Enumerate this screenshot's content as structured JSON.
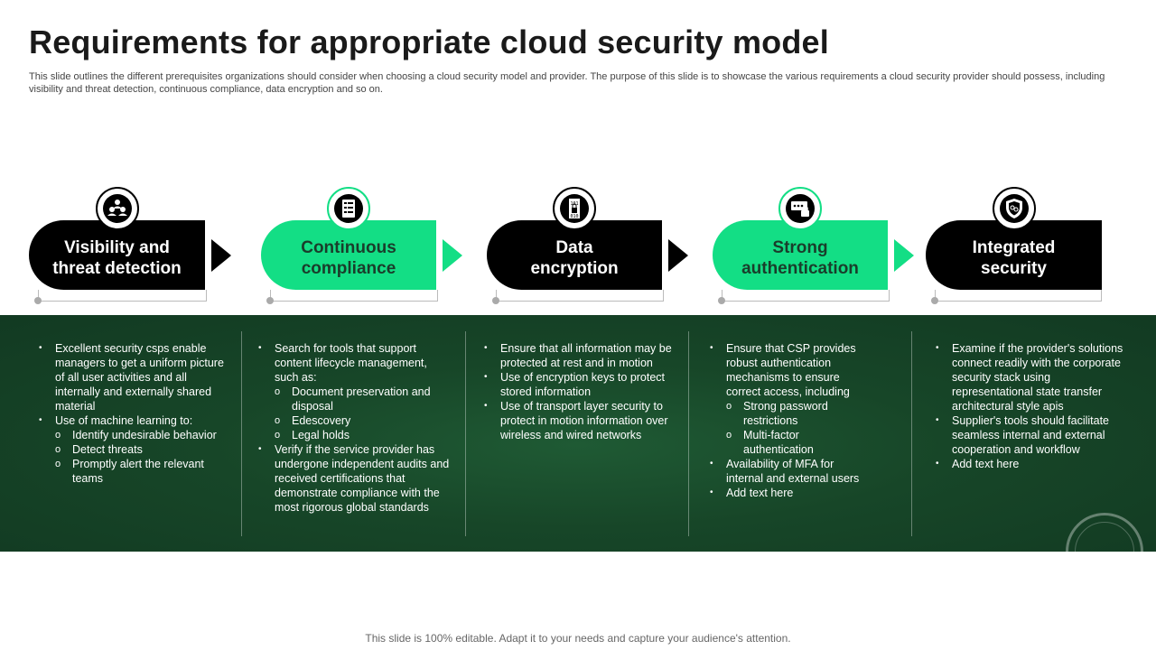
{
  "slide": {
    "title": "Requirements for appropriate cloud security model",
    "subtitle": "This slide outlines the different prerequisites organizations should consider when choosing a cloud security model and provider. The purpose of this slide is to showcase the various requirements a cloud security provider should possess, including visibility and threat detection, continuous compliance, data encryption and so on.",
    "footer": "This slide is 100% editable. Adapt it to your needs and capture your audience's attention."
  },
  "colors": {
    "accent": "#13de85",
    "dark": "#000000",
    "panel": "#174628"
  },
  "steps": [
    {
      "label_line1": "Visibility and",
      "label_line2": "threat detection",
      "icon": "team-icon",
      "bullets": [
        "Excellent security csps enable managers to get a uniform picture of all user activities and all internally and externally shared material",
        "Use of machine learning to:"
      ],
      "sub_bullets": [
        "Identify undesirable behavior",
        "Detect threats",
        "Promptly alert the relevant teams"
      ]
    },
    {
      "label_line1": "Continuous",
      "label_line2": "compliance",
      "icon": "checklist-icon",
      "bullets": [
        "Search for tools that support content lifecycle management, such as:",
        "Verify if the service provider has undergone independent audits and received certifications that demonstrate compliance with the most rigorous global standards"
      ],
      "sub_bullets": [
        "Document preservation and disposal",
        "Edescovery",
        "Legal holds"
      ]
    },
    {
      "label_line1": "Data",
      "label_line2": "encryption",
      "icon": "binary-lock-icon",
      "bullets": [
        "Ensure that all information may be protected at rest and in motion",
        "Use of encryption keys to protect stored information",
        "Use of transport layer security to protect in motion information over wireless and wired networks"
      ]
    },
    {
      "label_line1": "Strong",
      "label_line2": "authentication",
      "icon": "password-lock-icon",
      "bullets": [
        "Ensure that CSP provides robust authentication mechanisms to ensure correct access, including",
        "Availability of MFA for internal and external users",
        "Add text here"
      ],
      "sub_bullets": [
        "Strong password restrictions",
        "Multi-factor authentication"
      ]
    },
    {
      "label_line1": "Integrated",
      "label_line2": "security",
      "icon": "shield-icon",
      "bullets": [
        "Examine if the provider's solutions connect readily with the corporate security stack using representational state transfer architectural style apis",
        "Supplier's tools should facilitate seamless internal and external cooperation and workflow",
        "Add text here"
      ]
    }
  ]
}
